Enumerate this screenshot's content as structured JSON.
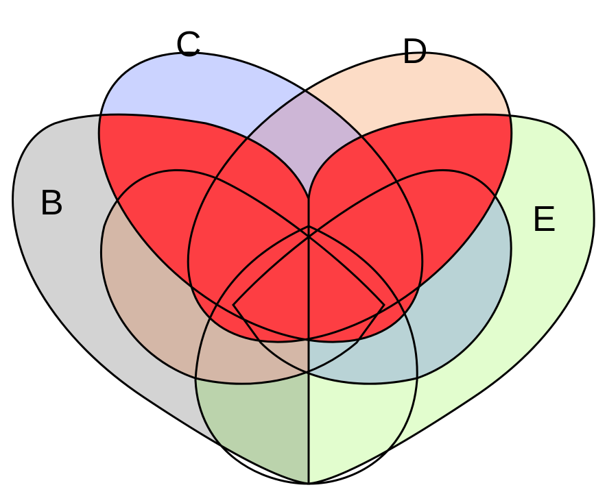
{
  "diagram": {
    "type": "venn",
    "sets": [
      {
        "id": "B",
        "label": "B",
        "color": "#d3d3d3"
      },
      {
        "id": "C",
        "label": "C",
        "color": "#cbd3ff"
      },
      {
        "id": "D",
        "label": "D",
        "color": "#fcdcc6"
      },
      {
        "id": "E",
        "label": "E",
        "color": "#e2fdce"
      }
    ],
    "region_colors": {
      "c_and_d": "#cdb6d6",
      "b_and_c_or_d": "#fd3e43",
      "b_and_e": "#bbd3ac",
      "e_and_c_or_d": "#fd3e43",
      "lobe_left": "#d4b7a7",
      "lobe_right": "#b9d3d6"
    },
    "highlighted_color": "#fd3e43"
  }
}
